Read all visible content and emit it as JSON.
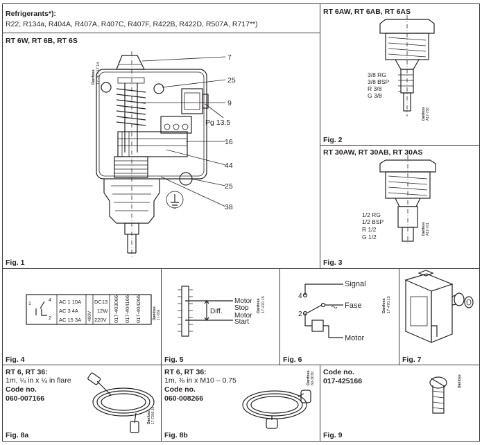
{
  "refrigerants": {
    "heading": "Refrigerants*):",
    "list": "R22, R134a, R404A, R407A, R407C, R407F, R422B, R422D, R507A, R717**)"
  },
  "fig1": {
    "title": "RT 6W, RT 6B, RT 6S",
    "label": "Fig. 1",
    "part_numbers": [
      "7",
      "25",
      "9",
      "16",
      "44",
      "25",
      "38"
    ],
    "pg_label": "Pg 13.5",
    "stamp": [
      "Danfoss",
      "17-267.17.14"
    ]
  },
  "fig2": {
    "title": "RT 6AW, RT 6AB, RT 6AS",
    "label": "Fig. 2",
    "threads": [
      "3/8 RG",
      "3/8 BSP",
      "R 3/8",
      "G 3/8"
    ],
    "stamp": [
      "Danfoss",
      "A17-758"
    ]
  },
  "fig3": {
    "title": "RT 30AW, RT 30AB, RT 30AS",
    "label": "Fig. 3",
    "threads": [
      "1/2 RG",
      "1/2 BSP",
      "R 1/2",
      "G 1/2"
    ],
    "stamp": [
      "Danfoss",
      "A17-761"
    ]
  },
  "fig4": {
    "label": "Fig. 4",
    "ratings": [
      "AC 1 10A",
      "AC 3 4A",
      "AC 15 3A",
      "DC13",
      "12W",
      "220V",
      "400V"
    ],
    "codes": [
      "017-403066",
      "017-404166",
      "017-404266"
    ],
    "terminals": [
      "1",
      "4",
      "2"
    ],
    "stamp": [
      "Danfoss",
      "17-656"
    ]
  },
  "fig5": {
    "label": "Fig. 5",
    "labels": [
      "Motor",
      "Stop",
      "Diff.",
      "Motor",
      "Start"
    ],
    "stamp": [
      "Danfoss",
      "17-470.15"
    ]
  },
  "fig6": {
    "label": "Fig. 6",
    "labels": [
      "Signal",
      "Fase",
      "Motor"
    ],
    "terminals": [
      "4",
      "2"
    ],
    "stamp": [
      "Danfoss",
      "17-470.15"
    ]
  },
  "fig7": {
    "label": "Fig. 7"
  },
  "fig8a": {
    "title": "RT 6, RT 36:",
    "line": "1m, ¼ in x ¼ in flare",
    "code_label": "Code no.",
    "code": "060-007166",
    "label": "Fig. 8a",
    "stamp": [
      "Danfoss",
      "17-7300.10"
    ]
  },
  "fig8b": {
    "title": "RT 6, RT 36:",
    "line": "1m, ⅜ in x M10 – 0.75",
    "code_label": "Code no.",
    "code": "060-008266",
    "label": "Fig. 8b",
    "stamp": [
      "Danfoss",
      "60-3030"
    ]
  },
  "fig9": {
    "code_label": "Code no.",
    "code": "017-425166",
    "label": "Fig. 9",
    "stamp": [
      "Danfoss"
    ]
  },
  "colors": {
    "ink": "#231f20",
    "border": "#3a3a3a",
    "background": "#ffffff"
  }
}
